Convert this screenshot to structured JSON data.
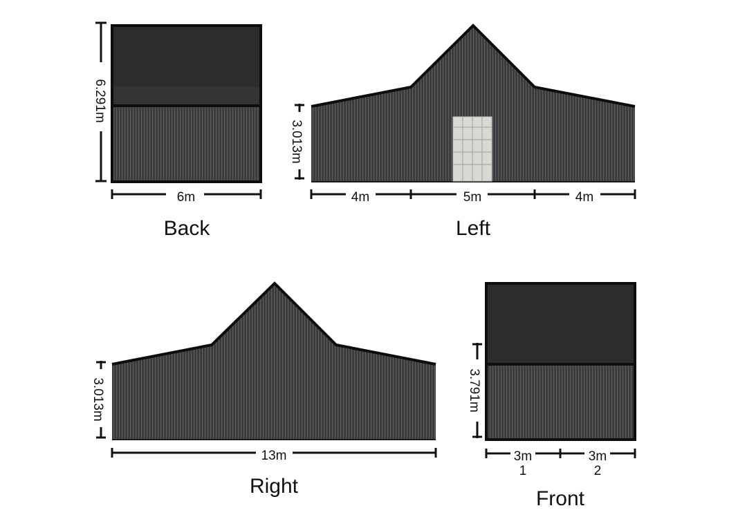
{
  "views": {
    "back": {
      "title": "Back",
      "height": "6.291m",
      "width": "6m"
    },
    "left": {
      "title": "Left",
      "height": "3.013m",
      "segments": [
        "4m",
        "5m",
        "4m"
      ]
    },
    "right": {
      "title": "Right",
      "height": "3.013m",
      "width": "13m"
    },
    "front": {
      "title": "Front",
      "height": "3.791m",
      "segments": [
        "3m",
        "3m"
      ],
      "bay_numbers": [
        "1",
        "2"
      ]
    }
  },
  "colors": {
    "cladding": "#3a3a3c",
    "roof_panel": "#2c2c2e",
    "outline": "#0d0d0d",
    "door": "#d8d8d4"
  }
}
